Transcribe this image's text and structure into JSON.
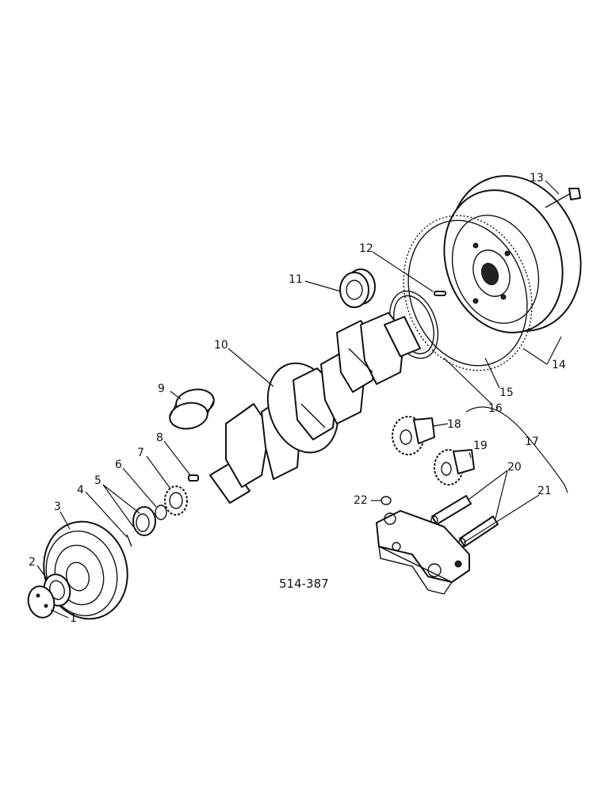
{
  "diagram": {
    "reference_code": "514-387",
    "callouts": [
      {
        "id": "1",
        "label": "1"
      },
      {
        "id": "2",
        "label": "2"
      },
      {
        "id": "3",
        "label": "3"
      },
      {
        "id": "4",
        "label": "4"
      },
      {
        "id": "5",
        "label": "5"
      },
      {
        "id": "6",
        "label": "6"
      },
      {
        "id": "7",
        "label": "7"
      },
      {
        "id": "8",
        "label": "8"
      },
      {
        "id": "9",
        "label": "9"
      },
      {
        "id": "10",
        "label": "10"
      },
      {
        "id": "11",
        "label": "11"
      },
      {
        "id": "12",
        "label": "12"
      },
      {
        "id": "13",
        "label": "13"
      },
      {
        "id": "14",
        "label": "14"
      },
      {
        "id": "15",
        "label": "15"
      },
      {
        "id": "16",
        "label": "16"
      },
      {
        "id": "17",
        "label": "17"
      },
      {
        "id": "18",
        "label": "18"
      },
      {
        "id": "19",
        "label": "19"
      },
      {
        "id": "20",
        "label": "20"
      },
      {
        "id": "21",
        "label": "21"
      },
      {
        "id": "22",
        "label": "22"
      }
    ]
  }
}
